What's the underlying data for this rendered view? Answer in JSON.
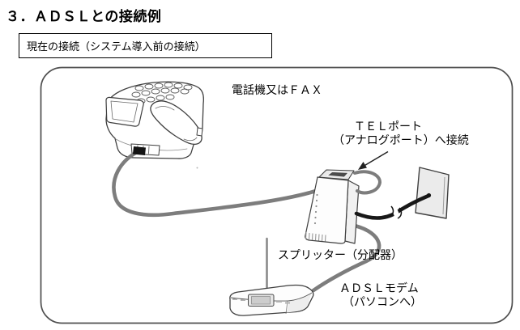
{
  "page": {
    "title": "３．ＡＤＳＬとの接続例",
    "connection_box": "現在の接続（システム導入前の接続）"
  },
  "diagram": {
    "labels": {
      "phone": "電話機又はＦＡＸ",
      "tel_port_line1": "ＴＥＬポート",
      "tel_port_line2": "（アナログポート）へ接続",
      "splitter": "スプリッター（分配器）",
      "modem_line1": "ＡＤＳＬモデム",
      "modem_line2": "（パソコンへ）"
    },
    "illustrations": [
      "telephone-or-fax-illustration",
      "splitter-illustration",
      "wall-jack-illustration",
      "adsl-modem-illustration"
    ],
    "colors": {
      "cable_gray": "#7d7d7d",
      "cable_black": "#181818",
      "outline": "#3f3f3f",
      "panel_border": "#4f4f4f",
      "text": "#000000"
    }
  }
}
